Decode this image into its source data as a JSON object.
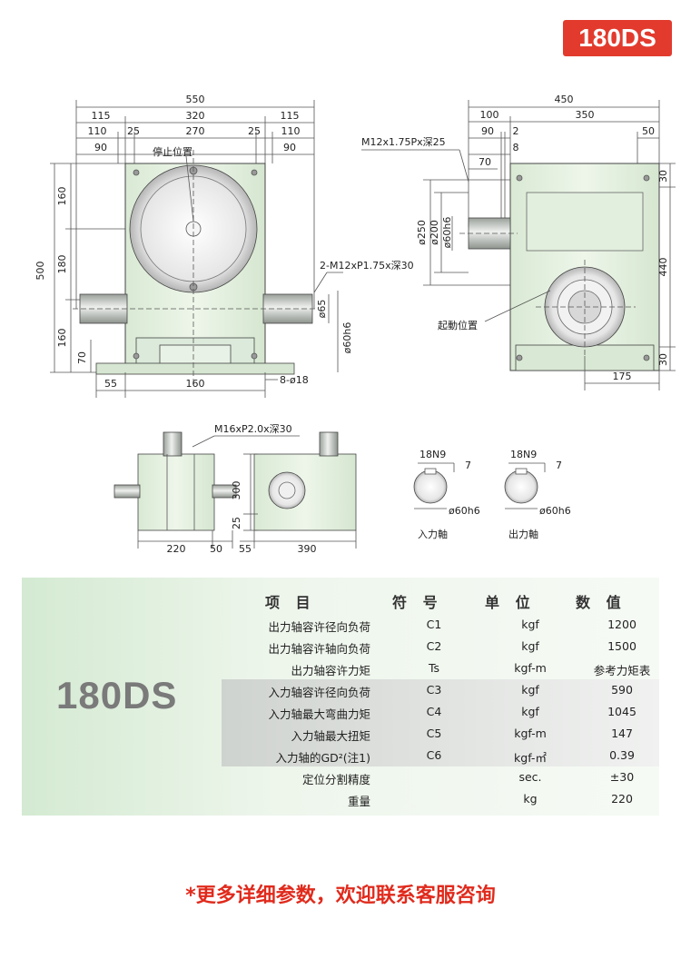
{
  "model_badge": "180DS",
  "drawing": {
    "front": {
      "overall": "550",
      "segA": [
        "115",
        "320",
        "115"
      ],
      "segB": [
        "110",
        "25",
        "270",
        "25",
        "110"
      ],
      "left90": "90",
      "right90": "90",
      "stop_label": "停止位置",
      "tap_label": "2-M12xP1.75x深30",
      "v500": "500",
      "v160a": "160",
      "v180": "180",
      "v160b": "160",
      "v70": "70",
      "d65": "ø65",
      "d60": "ø60h6",
      "b55": "55",
      "b160": "160",
      "holes": "8-ø18"
    },
    "side": {
      "overall": "450",
      "s100": "100",
      "s350": "350",
      "s90": "90",
      "s2": "2",
      "s8": "8",
      "s70": "70",
      "s50": "50",
      "tap": "M12x1.75Px深25",
      "d250": "ø250",
      "d200": "ø200",
      "d60": "ø60h6",
      "h30a": "30",
      "h440": "440",
      "h30b": "30",
      "b175": "175",
      "start_label": "起動位置"
    },
    "small": {
      "tap": "M16xP2.0x深30",
      "v300": "300",
      "v25": "25",
      "b220": "220",
      "b50": "50",
      "b55": "55",
      "b390": "390"
    },
    "shafts": [
      {
        "key": "18N9",
        "seven": "7",
        "dia": "ø60h6",
        "label": "入力軸"
      },
      {
        "key": "18N9",
        "seven": "7",
        "dia": "ø60h6",
        "label": "出力軸"
      }
    ]
  },
  "spec": {
    "model": "180DS",
    "headers": [
      "项 目",
      "符 号",
      "单 位",
      "数 值"
    ],
    "rows": [
      {
        "item": "出力轴容许径向负荷",
        "sym": "C1",
        "unit": "kgf",
        "val": "1200"
      },
      {
        "item": "出力轴容许轴向负荷",
        "sym": "C2",
        "unit": "kgf",
        "val": "1500"
      },
      {
        "item": "出力轴容许力矩",
        "sym": "Ts",
        "unit": "kgf-m",
        "val": "参考力矩表"
      },
      {
        "item": "入力轴容许径向负荷",
        "sym": "C3",
        "unit": "kgf",
        "val": "590"
      },
      {
        "item": "入力轴最大弯曲力矩",
        "sym": "C4",
        "unit": "kgf",
        "val": "1045"
      },
      {
        "item": "入力轴最大扭矩",
        "sym": "C5",
        "unit": "kgf-m",
        "val": "147"
      },
      {
        "item": "入力轴的GD²(注1)",
        "sym": "C6",
        "unit": "kgf-㎡",
        "val": "0.39"
      },
      {
        "item": "定位分割精度",
        "sym": "",
        "unit": "sec.",
        "val": "±30"
      },
      {
        "item": "重量",
        "sym": "",
        "unit": "kg",
        "val": "220"
      }
    ]
  },
  "notice": "*更多详细参数，欢迎联系客服咨询",
  "colors": {
    "body_green": "#e4f0e0",
    "badge_red": "#e23b2e",
    "notice_red": "#e02a1c"
  }
}
